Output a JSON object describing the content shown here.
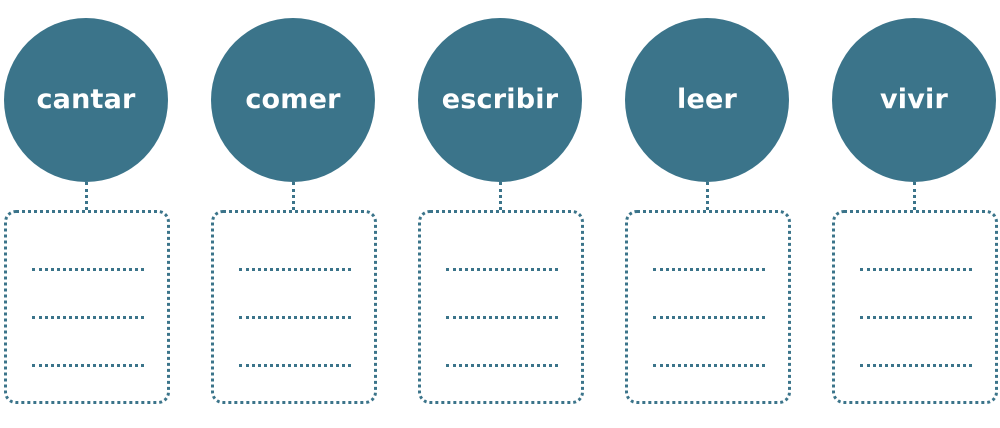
{
  "colors": {
    "accent": "#3b748a",
    "text_on_accent": "#ffffff"
  },
  "verbs": [
    {
      "label": "cantar",
      "answer_lines": 3
    },
    {
      "label": "comer",
      "answer_lines": 3
    },
    {
      "label": "escribir",
      "answer_lines": 3
    },
    {
      "label": "leer",
      "answer_lines": 3
    },
    {
      "label": "vivir",
      "answer_lines": 3
    }
  ]
}
